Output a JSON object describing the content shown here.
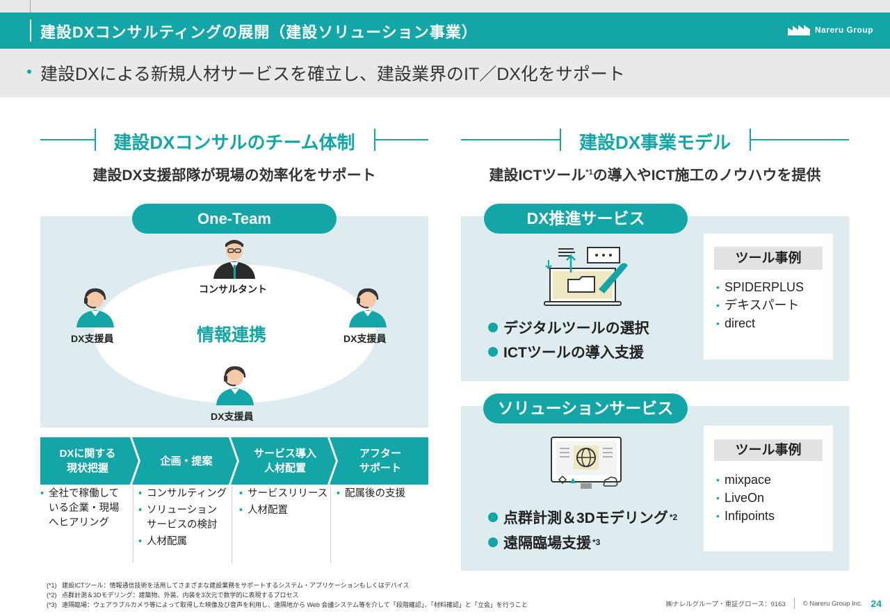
{
  "header": {
    "title": "建設DXコンサルティングの展開（建設ソリューション事業）",
    "logo_text": "Nareru Group"
  },
  "subhead": {
    "text": "建設DXによる新規人材サービスを確立し、建設業界のIT／DX化をサポート"
  },
  "left": {
    "heading": "建設DXコンサルのチーム体制",
    "subheading": "建設DX支援部隊が現場の効率化をサポート",
    "one_team": "One-Team",
    "consultant_label": "コンサルタント",
    "support_left_label": "DX支援員",
    "support_right_label": "DX支援員",
    "support_bottom_label": "DX支援員",
    "center_text": "情報連携",
    "steps": [
      {
        "label_line1": "DXに関する",
        "label_line2": "現状把握",
        "items": [
          "全社で稼働して いる企業・現場 へヒアリング"
        ]
      },
      {
        "label_line1": "企画・提案",
        "label_line2": "",
        "items": [
          "コンサルティング",
          "ソリューション サービスの検討",
          "人材配属"
        ]
      },
      {
        "label_line1": "サービス導入",
        "label_line2": "人材配置",
        "items": [
          "サービスリリース",
          "人材配置"
        ]
      },
      {
        "label_line1": "アフター",
        "label_line2": "サポート",
        "items": [
          "配属後の支援"
        ]
      }
    ]
  },
  "right": {
    "heading": "建設DX事業モデル",
    "subheading_part1": "建設ICTツール",
    "subheading_sup": "*1",
    "subheading_part2": "の導入やICT施工のノウハウを提供",
    "dx_service": {
      "title": "DX推進サービス",
      "features": [
        {
          "text": "デジタルツールの選択",
          "sup": ""
        },
        {
          "text": "ICTツールの導入支援",
          "sup": ""
        }
      ],
      "tools_title": "ツール事例",
      "tools": [
        "SPIDERPLUS",
        "デキスパート",
        "direct"
      ]
    },
    "solution_service": {
      "title": "ソリューションサービス",
      "features": [
        {
          "text": "点群計測＆3Dモデリング",
          "sup": "*2"
        },
        {
          "text": "遠隔臨場支援",
          "sup": "*3"
        }
      ],
      "tools_title": "ツール事例",
      "tools": [
        "mixpace",
        "LiveOn",
        "Infipoints"
      ]
    }
  },
  "footnotes": [
    {
      "mark": "(*1)",
      "text": "建設ICTツール：情報通信技術を活用してさまざまな建設業務をサポートするシステム・アプリケーションもしくはデバイス"
    },
    {
      "mark": "(*2)",
      "text": "点群計測＆3Dモデリング：建築物、外装、内装を3次元で数学的に表現するプロセス"
    },
    {
      "mark": "(*3)",
      "text": "遠隔臨場：ウェアラブルカメラ等によって取得した映像及び音声を利用し、遠隔地から Web 会議システム等を介して「段階確認」、「材料確認」と「立会」を行うこと"
    }
  ],
  "footer": {
    "company": "㈱ナレルグループ・東証グロース：9163",
    "copyright": "© Nareru Group Inc.",
    "page": "24"
  },
  "colors": {
    "accent": "#14a6a6",
    "panel": "#deecef",
    "subhead_bg": "#e9e9e9"
  }
}
